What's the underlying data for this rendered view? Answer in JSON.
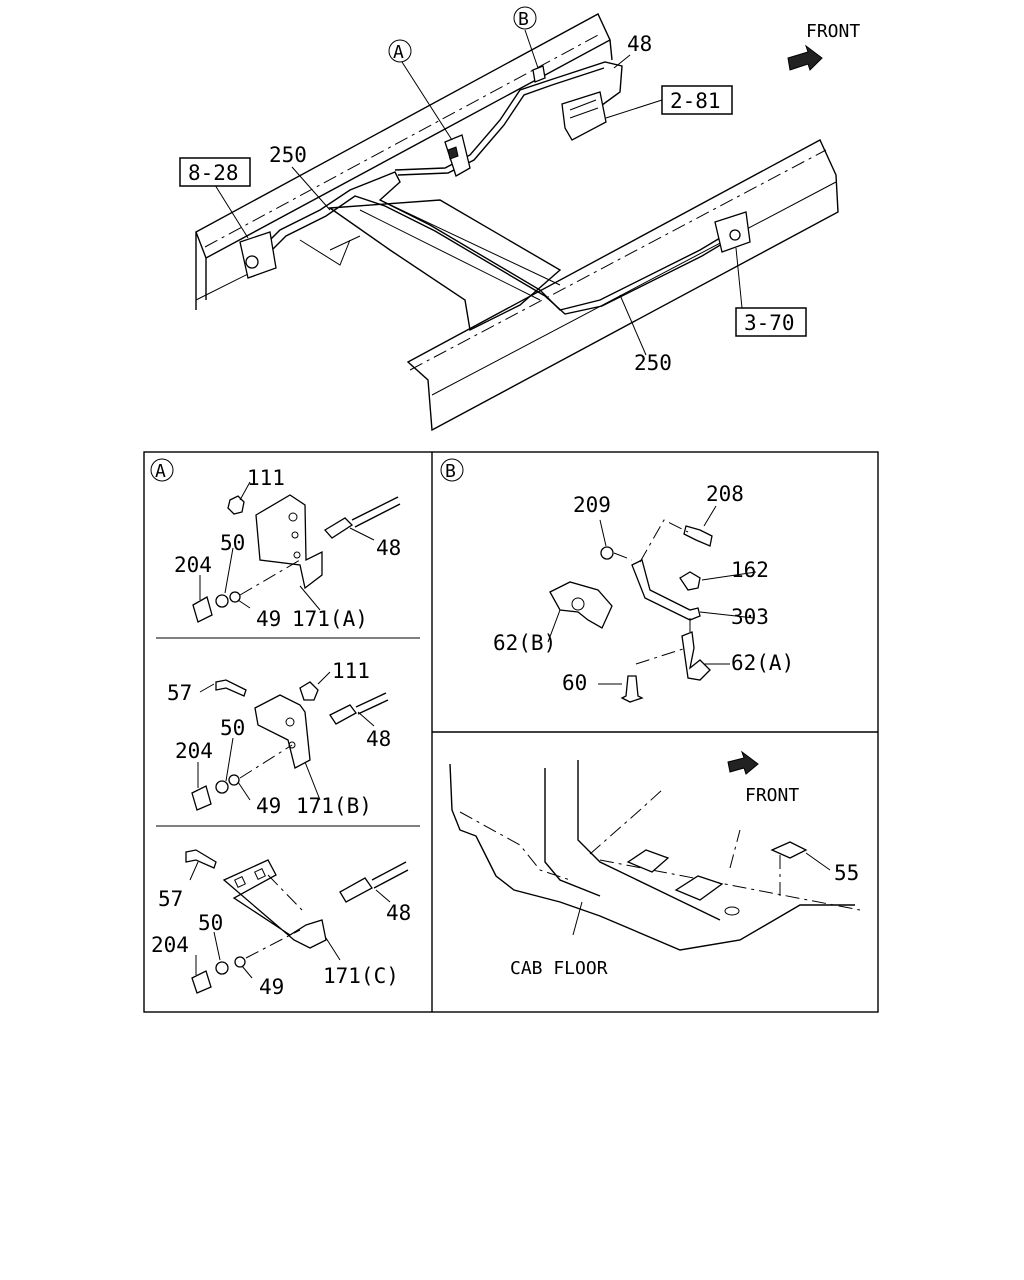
{
  "top_view": {
    "front_label": "FRONT",
    "detail_markers": {
      "a": "A",
      "b": "B"
    },
    "refs": {
      "ref_2_81": "2-81",
      "ref_8_28": "8-28",
      "ref_3_70": "3-70"
    },
    "callouts": {
      "pipe_48": "48",
      "pipe_250_upper": "250",
      "pipe_250_lower": "250"
    }
  },
  "panel_a": {
    "marker": "A",
    "variant_a": {
      "n111": "111",
      "n50": "50",
      "n204": "204",
      "n48": "48",
      "n49": "49",
      "n171": "171(A)"
    },
    "variant_b": {
      "n57": "57",
      "n111": "111",
      "n50": "50",
      "n204": "204",
      "n48": "48",
      "n49": "49",
      "n171": "171(B)"
    },
    "variant_c": {
      "n57": "57",
      "n50": "50",
      "n204": "204",
      "n48": "48",
      "n49": "49",
      "n171": "171(C)"
    }
  },
  "panel_b": {
    "marker": "B",
    "n209": "209",
    "n208": "208",
    "n162": "162",
    "n303": "303",
    "n62b": "62(B)",
    "n62a": "62(A)",
    "n60": "60"
  },
  "panel_floor": {
    "front_label": "FRONT",
    "cab_floor_label": "CAB FLOOR",
    "n55": "55"
  }
}
